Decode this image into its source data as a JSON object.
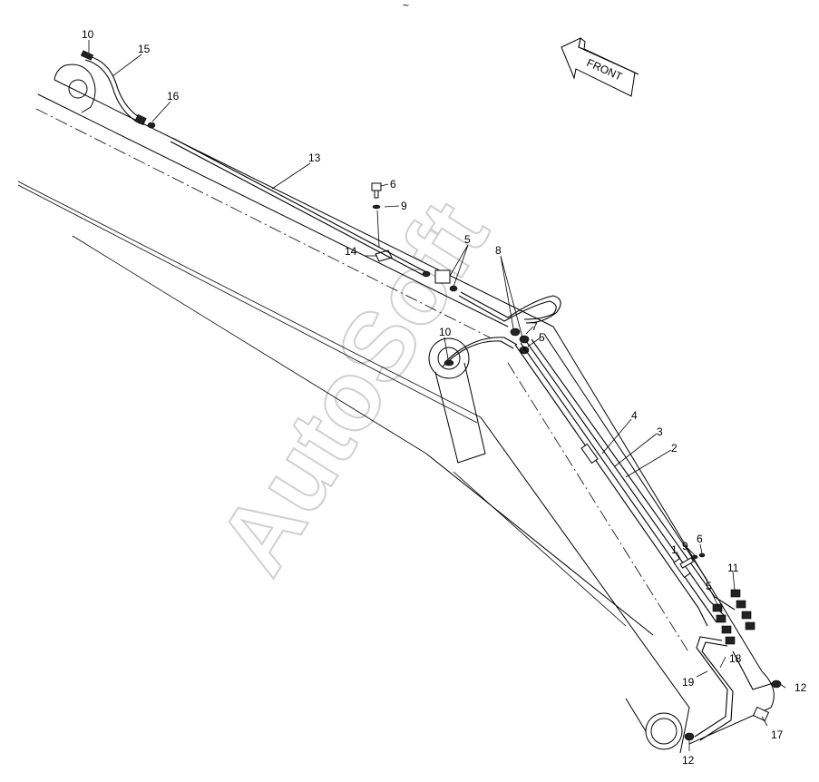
{
  "watermark": "AutoSoft",
  "front_arrow_label": "FRONT",
  "top_mark": "~",
  "callouts": [
    {
      "id": "c10a",
      "label": "10"
    },
    {
      "id": "c15",
      "label": "15"
    },
    {
      "id": "c16",
      "label": "16"
    },
    {
      "id": "c13",
      "label": "13"
    },
    {
      "id": "c6a",
      "label": "6"
    },
    {
      "id": "c9a",
      "label": "9"
    },
    {
      "id": "c14",
      "label": "14"
    },
    {
      "id": "c5a",
      "label": "5"
    },
    {
      "id": "c8",
      "label": "8"
    },
    {
      "id": "c10b",
      "label": "10"
    },
    {
      "id": "c7",
      "label": "7"
    },
    {
      "id": "c5b",
      "label": "5"
    },
    {
      "id": "c4",
      "label": "4"
    },
    {
      "id": "c3",
      "label": "3"
    },
    {
      "id": "c2",
      "label": "2"
    },
    {
      "id": "c1",
      "label": "1"
    },
    {
      "id": "c9b",
      "label": "9"
    },
    {
      "id": "c6b",
      "label": "6"
    },
    {
      "id": "c11",
      "label": "11"
    },
    {
      "id": "c5c",
      "label": "5"
    },
    {
      "id": "c18",
      "label": "18"
    },
    {
      "id": "c19",
      "label": "19"
    },
    {
      "id": "c12a",
      "label": "12"
    },
    {
      "id": "c17",
      "label": "17"
    },
    {
      "id": "c12b",
      "label": "12"
    }
  ]
}
